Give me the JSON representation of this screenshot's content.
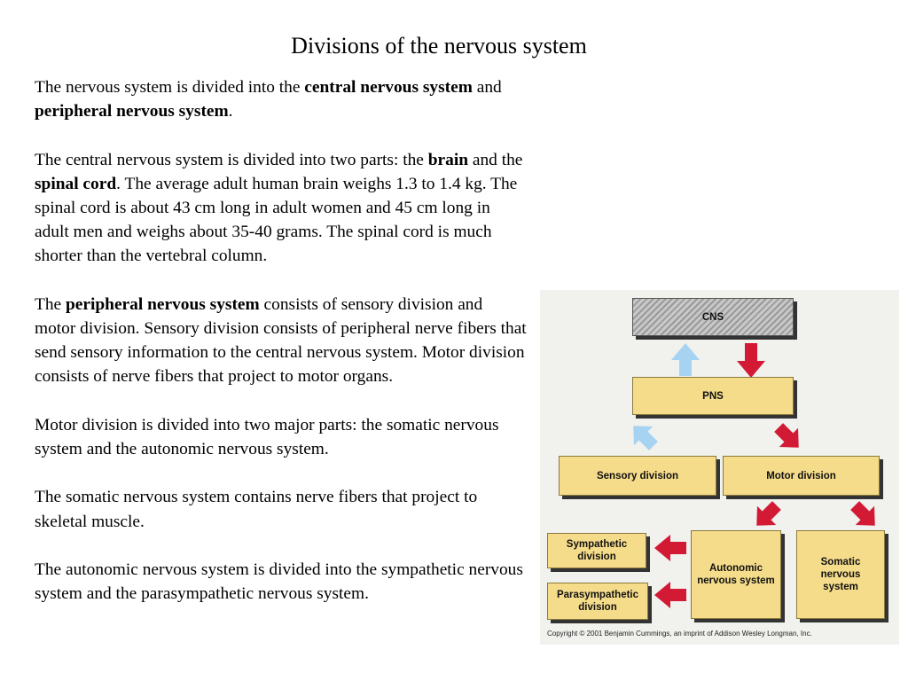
{
  "title": "Divisions of the nervous system",
  "paragraphs": {
    "p1": {
      "a": "The nervous system is divided into the ",
      "b1": "central nervous system",
      "c": " and ",
      "b2": "peripheral nervous system",
      "d": "."
    },
    "p2": {
      "a": "The central nervous system is divided into two parts: the ",
      "b1": "brain",
      "c": " and the ",
      "b2": "spinal cord",
      "d": ". The average adult human brain weighs 1.3 to 1.4 kg. The spinal cord is about 43 cm long in adult women and 45 cm long in adult men and weighs about 35-40 grams. The spinal cord is much shorter than the vertebral column."
    },
    "p3": {
      "a": "The ",
      "b1": "peripheral nervous system",
      "c": " consists of sensory division and motor division. Sensory division consists of peripheral nerve fibers that send sensory information to the central nervous system. Motor division consists of nerve fibers that project to motor organs."
    },
    "p4": "Motor division is divided into two major parts: the somatic nervous system and the autonomic nervous system.",
    "p5": "The somatic nervous system contains nerve fibers that project to skeletal muscle.",
    "p6": "The autonomic nervous system is divided into the sympathetic nervous system and the parasympathetic nervous system."
  },
  "diagram": {
    "cns": "CNS",
    "pns": "PNS",
    "sensory": "Sensory division",
    "motor": "Motor  division",
    "autonomic": "Autonomic nervous system",
    "somatic": "Somatic nervous system",
    "sympathetic": "Sympathetic division",
    "parasympathetic": "Parasympathetic division",
    "copyright": "Copyright © 2001 Benjamin Cummings, an imprint of Addison Wesley Longman, Inc.",
    "colors": {
      "box_fill": "#f5dc8a",
      "efferent_arrow": "#d21a35",
      "afferent_arrow": "#a6d3f2",
      "cns_hatch": "#9a9a9a"
    }
  }
}
